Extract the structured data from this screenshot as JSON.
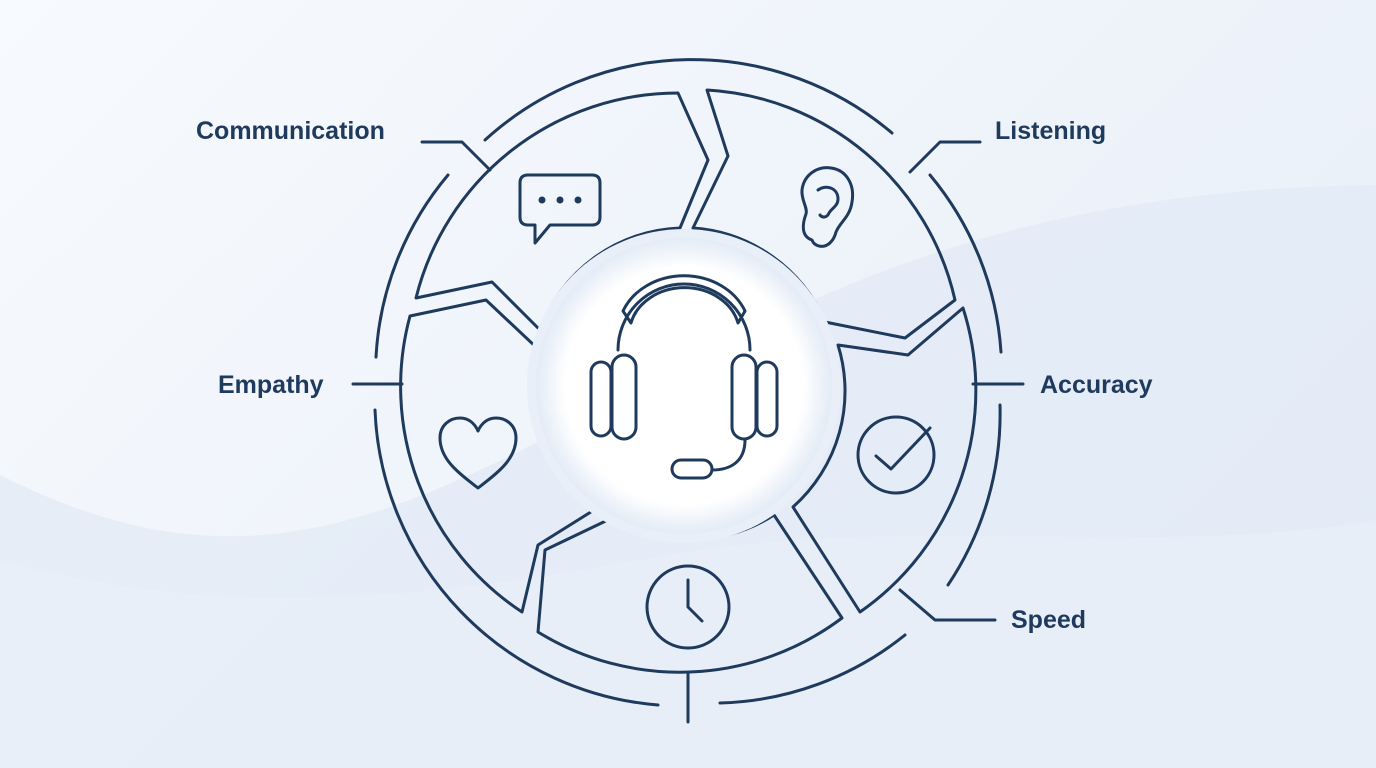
{
  "diagram": {
    "center_icon": "headset-icon",
    "segments": [
      {
        "id": "communication",
        "label": "Communication",
        "icon": "chat-bubble-icon",
        "color": "#8fb2dc"
      },
      {
        "id": "listening",
        "label": "Listening",
        "icon": "ear-icon",
        "color": "#c9d9ee"
      },
      {
        "id": "accuracy",
        "label": "Accuracy",
        "icon": "check-circle-icon",
        "color": "#8fb2dc"
      },
      {
        "id": "speed",
        "label": "Speed",
        "icon": "clock-icon",
        "color": "#c9d9ee"
      },
      {
        "id": "empathy",
        "label": "Empathy",
        "icon": "heart-icon",
        "color": "#b3cbe8"
      }
    ],
    "colors": {
      "ink": "#1e3a5c",
      "background": "#eef3fa",
      "hub": "#ffffff"
    }
  }
}
